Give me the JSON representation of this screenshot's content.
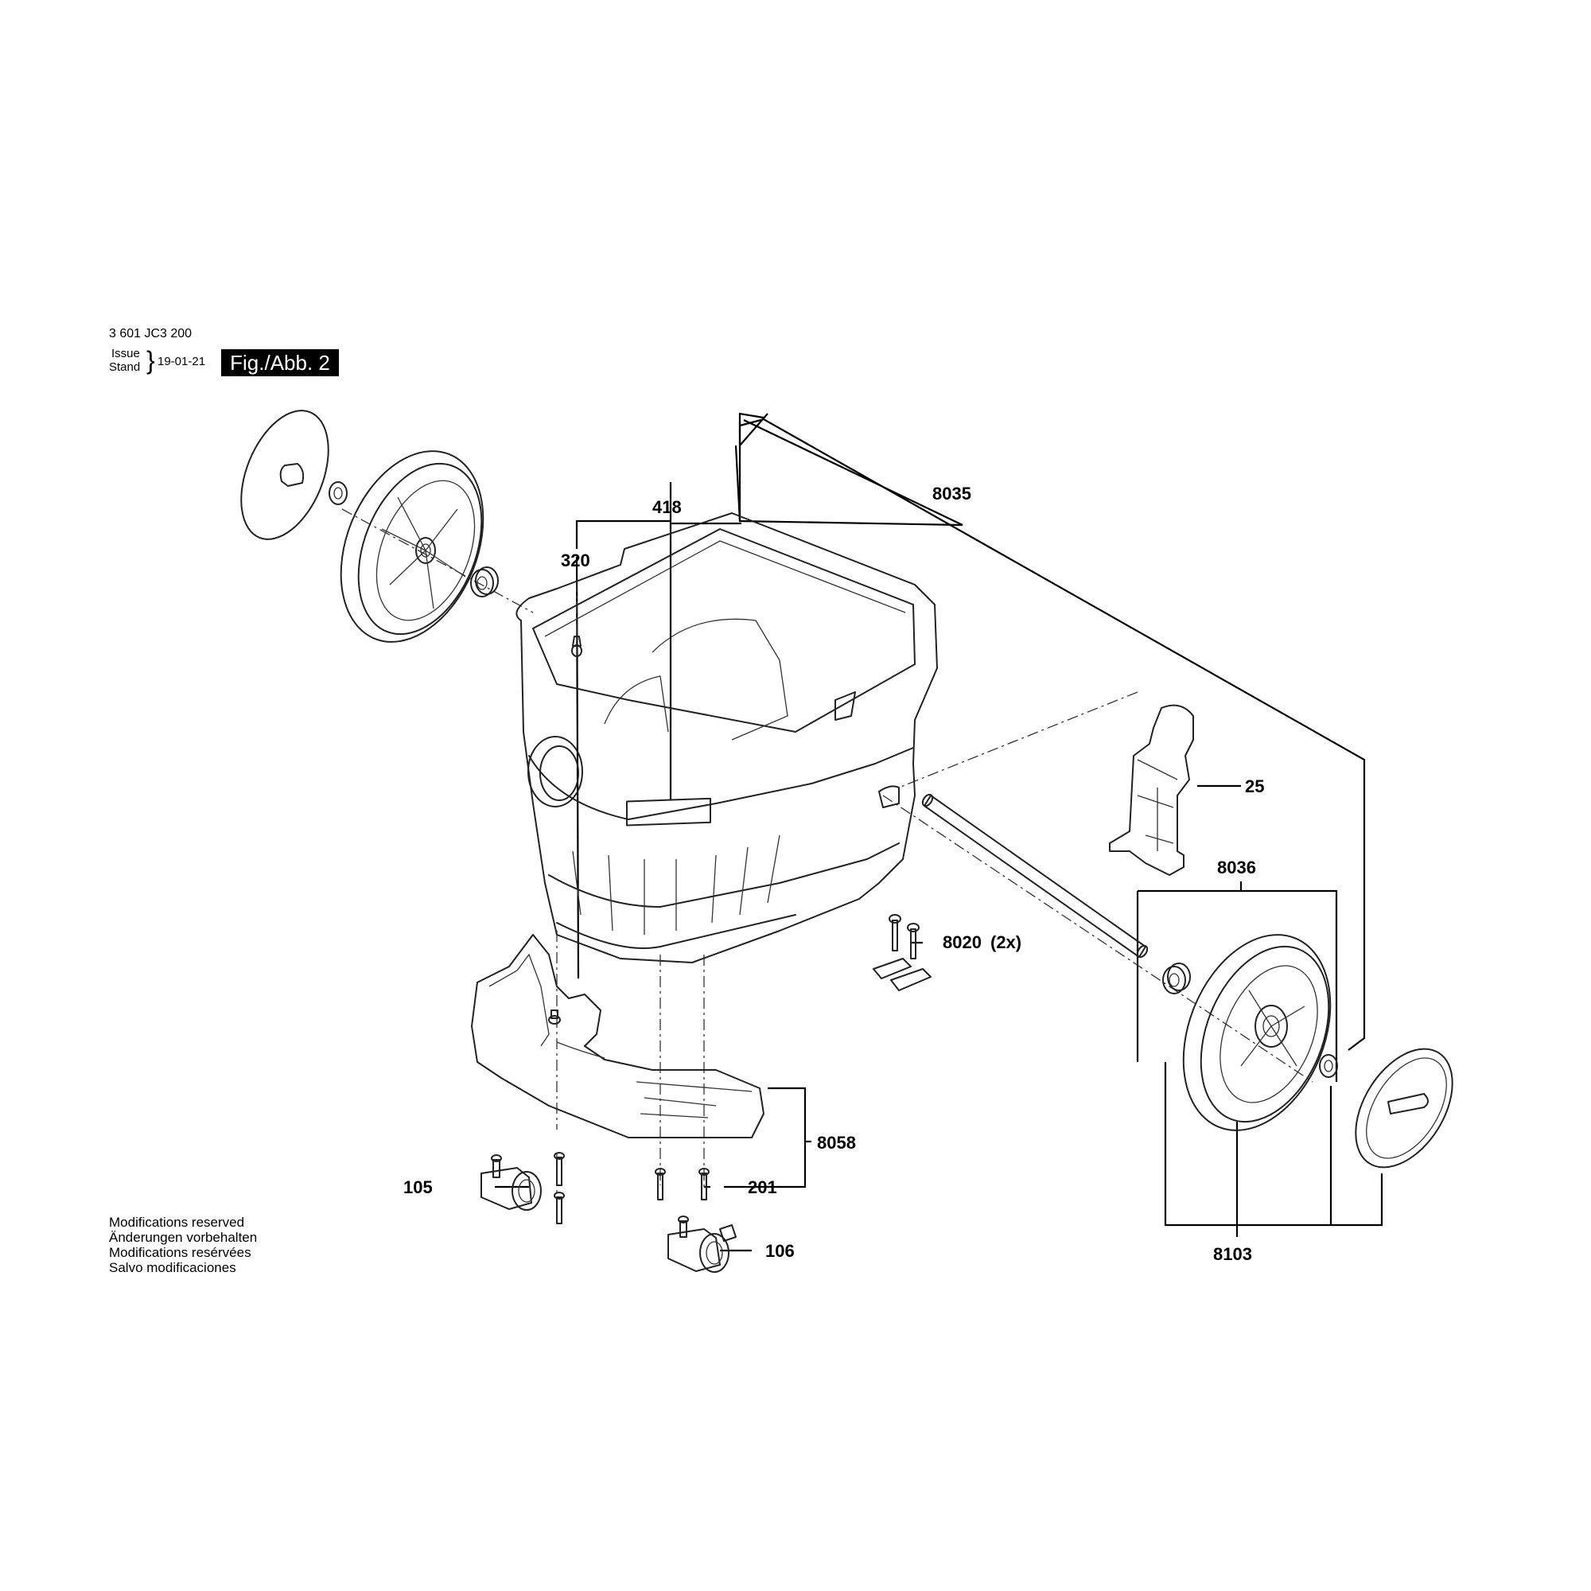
{
  "header": {
    "part_number": "3 601 JC3 200",
    "issue_label": "Issue",
    "stand_label": "Stand",
    "brace": "}",
    "date": "19-01-21",
    "figure": "Fig./Abb. 2"
  },
  "modifications": [
    "Modifications reserved",
    "Änderungen vorbehalten",
    "Modifications resérvées",
    "Salvo modificaciones"
  ],
  "callouts": {
    "c320": "320",
    "c418": "418",
    "c8035": "8035",
    "c25": "25",
    "c8036": "8036",
    "c8020": "8020",
    "c8020_qty": "(2x)",
    "c8058": "8058",
    "c201": "201",
    "c105": "105",
    "c106": "106",
    "c8103": "8103"
  }
}
